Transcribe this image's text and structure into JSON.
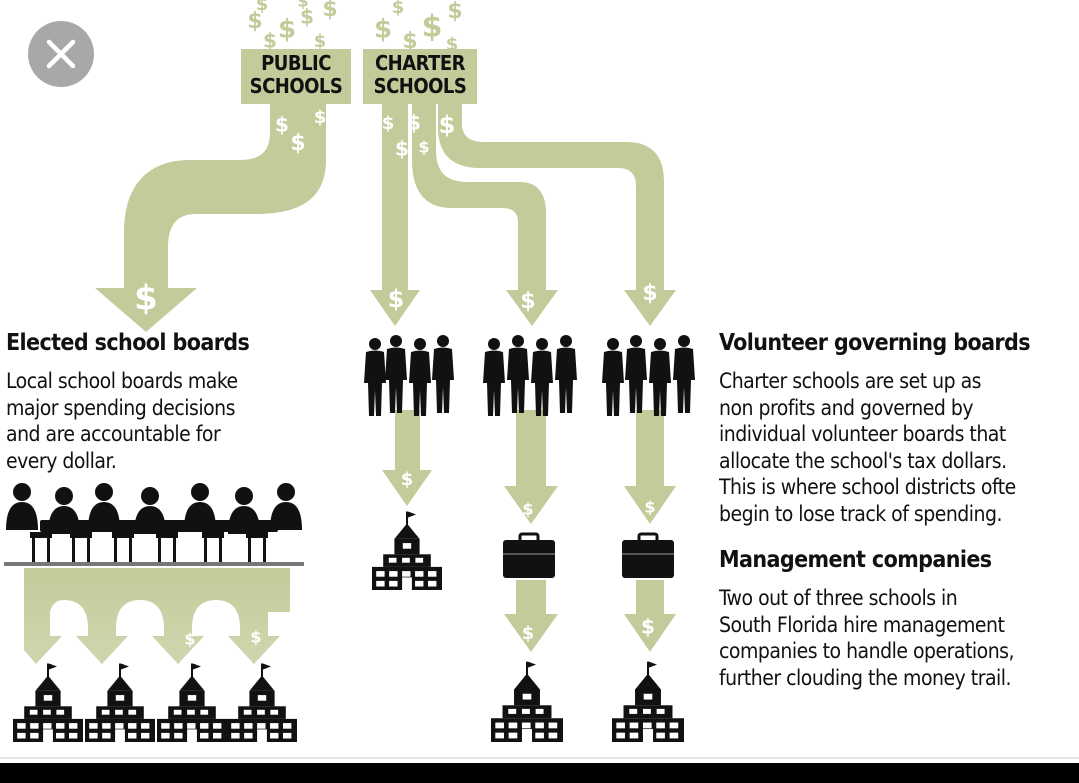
{
  "close_button": {
    "icon": "close-icon",
    "label": "Close"
  },
  "sources": {
    "public": [
      "PUBLIC",
      "SCHOOLS"
    ],
    "charter": [
      "CHARTER",
      "SCHOOLS"
    ]
  },
  "dollar_sign": "$",
  "elected_boards": {
    "heading": "Elected school boards",
    "lines": [
      "Local school boards make",
      "major spending decisions",
      "and are accountable for",
      "every dollar."
    ]
  },
  "volunteer_boards": {
    "heading": "Volunteer governing boards",
    "lines": [
      "Charter schools are set up as",
      "non profits and governed by",
      "individual volunteer boards that",
      "allocate the school's tax dollars.",
      "This is where school districts ofte",
      "begin to lose track of spending."
    ]
  },
  "management_companies": {
    "heading": "Management companies",
    "lines": [
      "Two out of three schools in",
      "South Florida hire management",
      "companies to handle operations,",
      "further clouding the money trail."
    ]
  },
  "colors": {
    "flow": "#c2cc9a",
    "flow_light": "#d4dbb6",
    "dollar": "#ffffff",
    "silhouette": "#111111",
    "text": "#111111",
    "close_bg": "#a8a8a8"
  }
}
